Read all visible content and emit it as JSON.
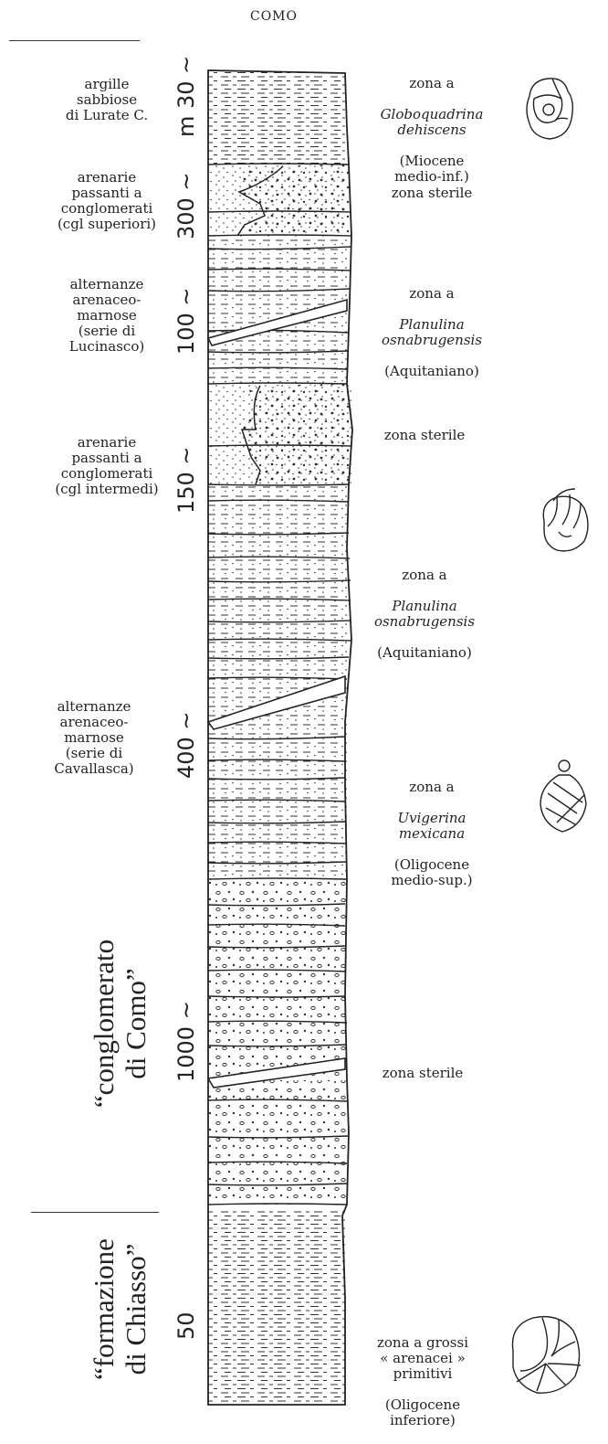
{
  "header": {
    "title": "COMO"
  },
  "left_units": [
    {
      "id": "argille",
      "text": "argille\nsabbiose\ndi Lurate C."
    },
    {
      "id": "arenarie1",
      "text": "arenarie\npassanti a\nconglomerati\n(cgl superiori)"
    },
    {
      "id": "alternanze1",
      "text": "alternanze\narenaceo-\nmarnose\n(serie di\nLucinasco)"
    },
    {
      "id": "arenarie2",
      "text": "arenarie\npassanti a\nconglomerati\n(cgl intermedi)"
    },
    {
      "id": "alternanze2",
      "text": "alternanze\narenaceo-\nmarnose\n(serie di\nCavallasca)"
    }
  ],
  "formations": [
    {
      "id": "conglomerato",
      "text": "“conglomerato\ndi Como”"
    },
    {
      "id": "chiasso",
      "text": "“formazione\ndi Chiasso”"
    }
  ],
  "thickness_labels": [
    {
      "id": "t30",
      "text": "m  30 ~"
    },
    {
      "id": "t300",
      "text": "300 ~"
    },
    {
      "id": "t100",
      "text": "100 ~"
    },
    {
      "id": "t150",
      "text": "150 ~"
    },
    {
      "id": "t400",
      "text": "400 ~"
    },
    {
      "id": "t1000",
      "text": "1000 ~"
    },
    {
      "id": "t50",
      "text": "50"
    }
  ],
  "zones": [
    {
      "id": "z1",
      "line1": "zona a",
      "taxon": "Globoquadrina\ndehiscens",
      "age": "(Miocene\nmedio-inf.)"
    },
    {
      "id": "z2",
      "line1": "zona sterile"
    },
    {
      "id": "z3",
      "line1": "zona a",
      "taxon": "Planulina\nosnabrugensis",
      "age": "(Aquitaniano)"
    },
    {
      "id": "z4",
      "line1": "zona sterile"
    },
    {
      "id": "z5",
      "line1": "zona a",
      "taxon": "Planulina\nosnabrugensis",
      "age": "(Aquitaniano)"
    },
    {
      "id": "z6",
      "line1": "zona a",
      "taxon": "Uvigerina\nmexicana",
      "age": "(Oligocene\nmedio-sup.)"
    },
    {
      "id": "z7",
      "line1": "zona sterile"
    },
    {
      "id": "z8",
      "line1": "zona a grossi\n« arenacei »\nprimitivi",
      "age": "(Oligocene\ninferiore)"
    }
  ],
  "fossil_icons": [
    "globoquadrina-icon",
    "planulina-icon",
    "uvigerina-icon",
    "arenacei-icon"
  ],
  "colors": {
    "ink": "#222222",
    "paper": "#ffffff"
  }
}
